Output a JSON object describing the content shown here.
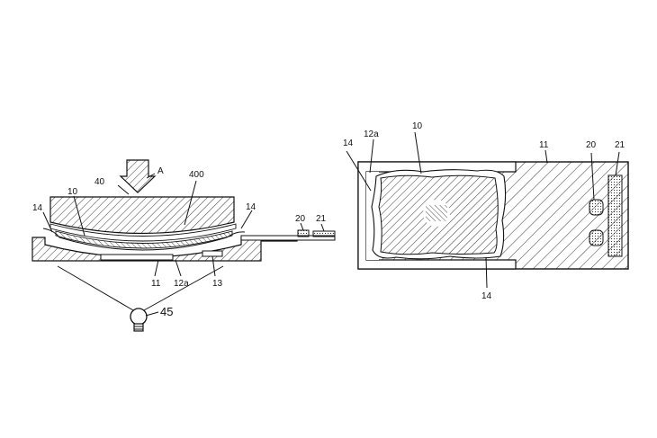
{
  "left_view": {
    "labels": {
      "arrow": "A",
      "press": "40",
      "press_layer": "400",
      "film_left": "14",
      "film_right": "14",
      "device": "10",
      "substrate": "11",
      "electrode": "12a",
      "support": "13",
      "comp1": "20",
      "comp2": "21",
      "lamp": "45"
    }
  },
  "right_view": {
    "labels": {
      "film_left": "14",
      "electrode": "12a",
      "device": "10",
      "substrate": "11",
      "comp1": "20",
      "comp2": "21",
      "film_bottom": "14"
    }
  }
}
